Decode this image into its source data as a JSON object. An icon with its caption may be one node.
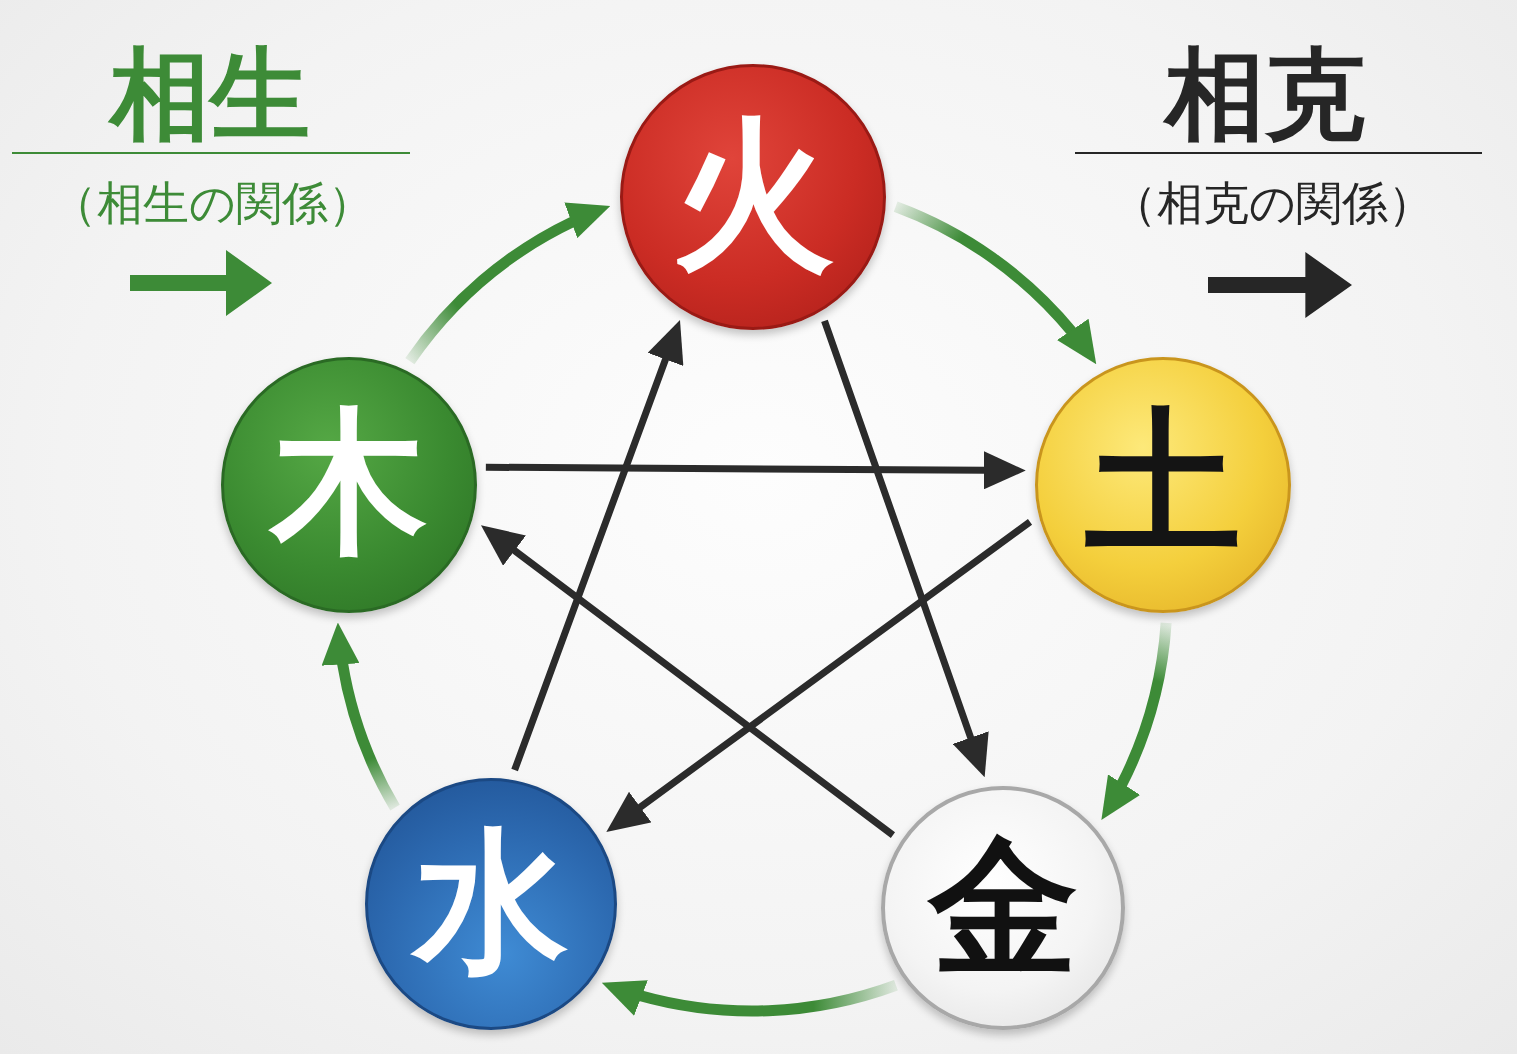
{
  "diagram": {
    "nodes": [
      {
        "text": [
          "火"
        ]
      },
      {
        "text": [
          "木"
        ]
      },
      {
        "text": [
          "土"
        ]
      },
      {
        "text": [
          "水"
        ]
      },
      {
        "text": [
          "金"
        ]
      }
    ],
    "edges": [
      {
        "from": 1,
        "to": 0,
        "arrow": "to",
        "color": "#3d8b37"
      },
      {
        "from": 0,
        "to": 2,
        "arrow": "to",
        "color": "#3d8b37"
      },
      {
        "from": 2,
        "to": 4,
        "arrow": "to",
        "color": "#3d8b37"
      },
      {
        "from": 4,
        "to": 3,
        "arrow": "to",
        "color": "#3d8b37"
      },
      {
        "from": 3,
        "to": 1,
        "arrow": "to",
        "color": "#3d8b37"
      },
      {
        "from": 1,
        "to": 2,
        "arrow": "to",
        "color": "#2b2b2b"
      },
      {
        "from": 2,
        "to": 3,
        "arrow": "to",
        "color": "#2b2b2b"
      },
      {
        "from": 3,
        "to": 0,
        "arrow": "to",
        "color": "#2b2b2b"
      },
      {
        "from": 0,
        "to": 4,
        "arrow": "to",
        "color": "#2b2b2b"
      },
      {
        "from": 4,
        "to": 1,
        "arrow": "to",
        "color": "#2b2b2b"
      }
    ],
    "labels": [
      "（相生の関係）",
      "（相克の関係）"
    ],
    "legend": [
      {
        "text": "相生"
      },
      {
        "text": "相克"
      }
    ]
  }
}
